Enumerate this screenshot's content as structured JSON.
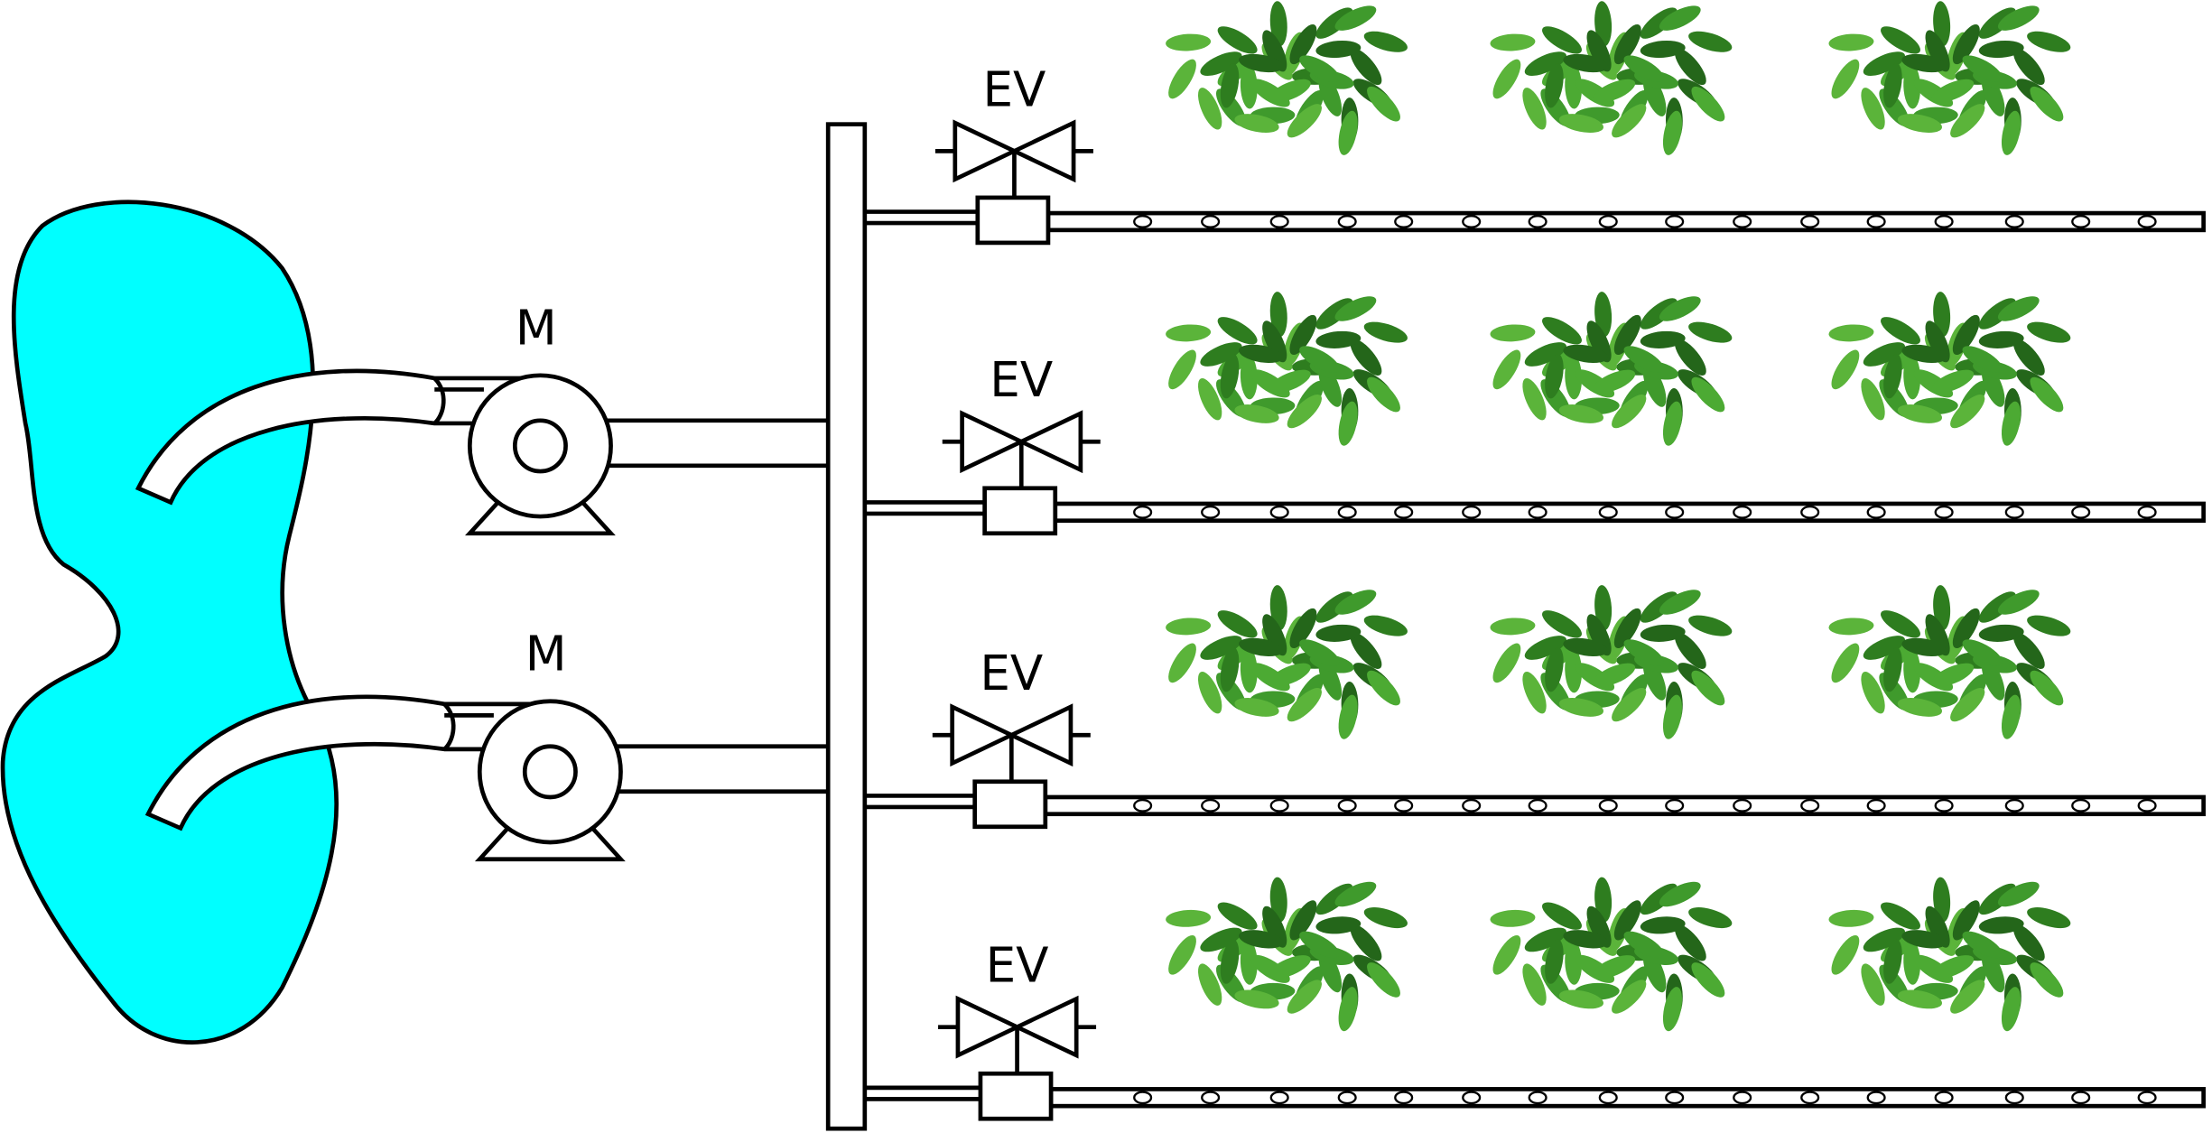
{
  "diagram": {
    "pump_label": "M",
    "valve_label": "EV",
    "tank_color": "#00ffff",
    "stroke_color": "#000000",
    "plant_color": "#3a8f2a",
    "pumps": [
      {
        "label": "M"
      },
      {
        "label": "M"
      }
    ],
    "rows": [
      {
        "valve_label": "EV",
        "plants": 3,
        "drippers": 16
      },
      {
        "valve_label": "EV",
        "plants": 3,
        "drippers": 16
      },
      {
        "valve_label": "EV",
        "plants": 3,
        "drippers": 16
      },
      {
        "valve_label": "EV",
        "plants": 3,
        "drippers": 16
      }
    ]
  }
}
